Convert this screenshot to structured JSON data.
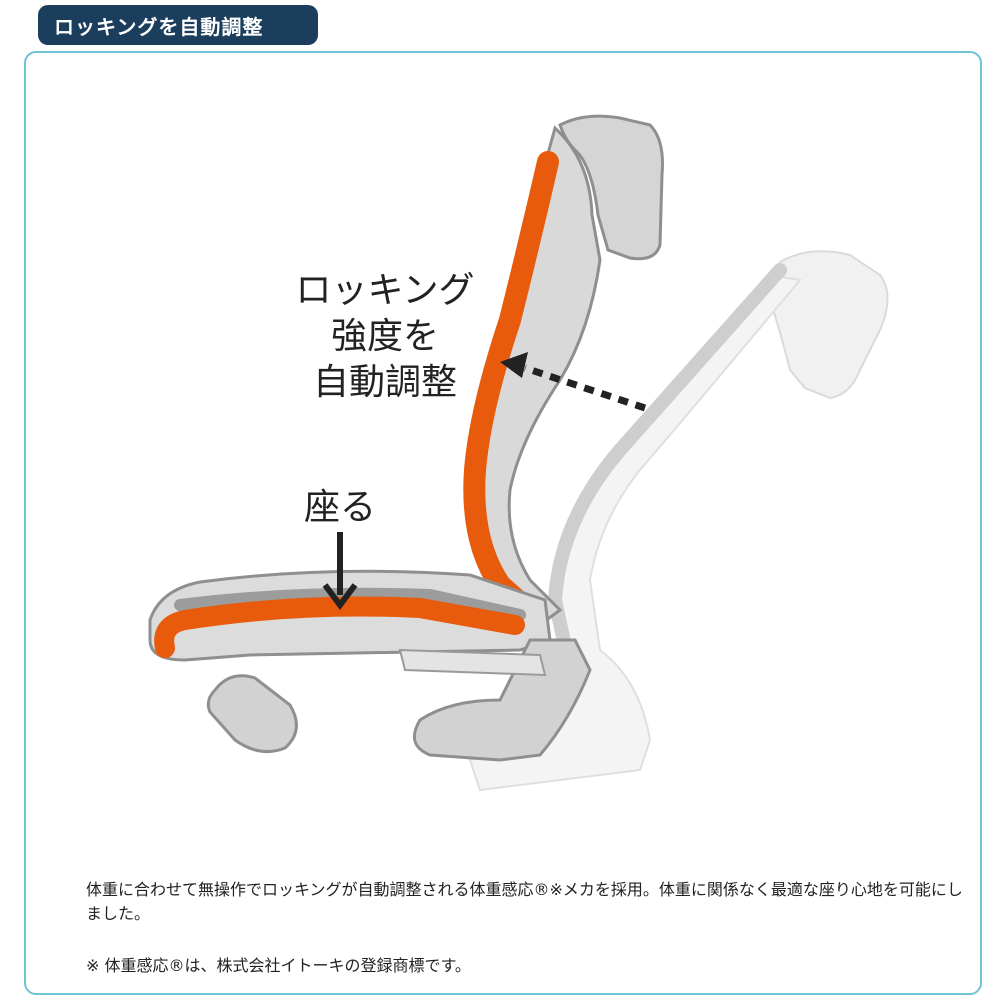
{
  "header": {
    "title": "ロッキングを自動調整"
  },
  "diagram": {
    "callout_rocking": [
      "ロッキング",
      "強度を",
      "自動調整"
    ],
    "callout_sit": "座る"
  },
  "colors": {
    "header_bg": "#1c3e5d",
    "panel_border": "#6fc3d2",
    "accent_orange": "#e85b0c",
    "chair_gray": "#c9c9c9",
    "chair_outline": "#8f8f8f"
  },
  "description": "体重に合わせて無操作でロッキングが自動調整される体重感応®※メカを採用。体重に関係なく最適な座り心地を可能にしました。",
  "footnote": "※ 体重感応®は、株式会社イトーキの登録商標です。"
}
